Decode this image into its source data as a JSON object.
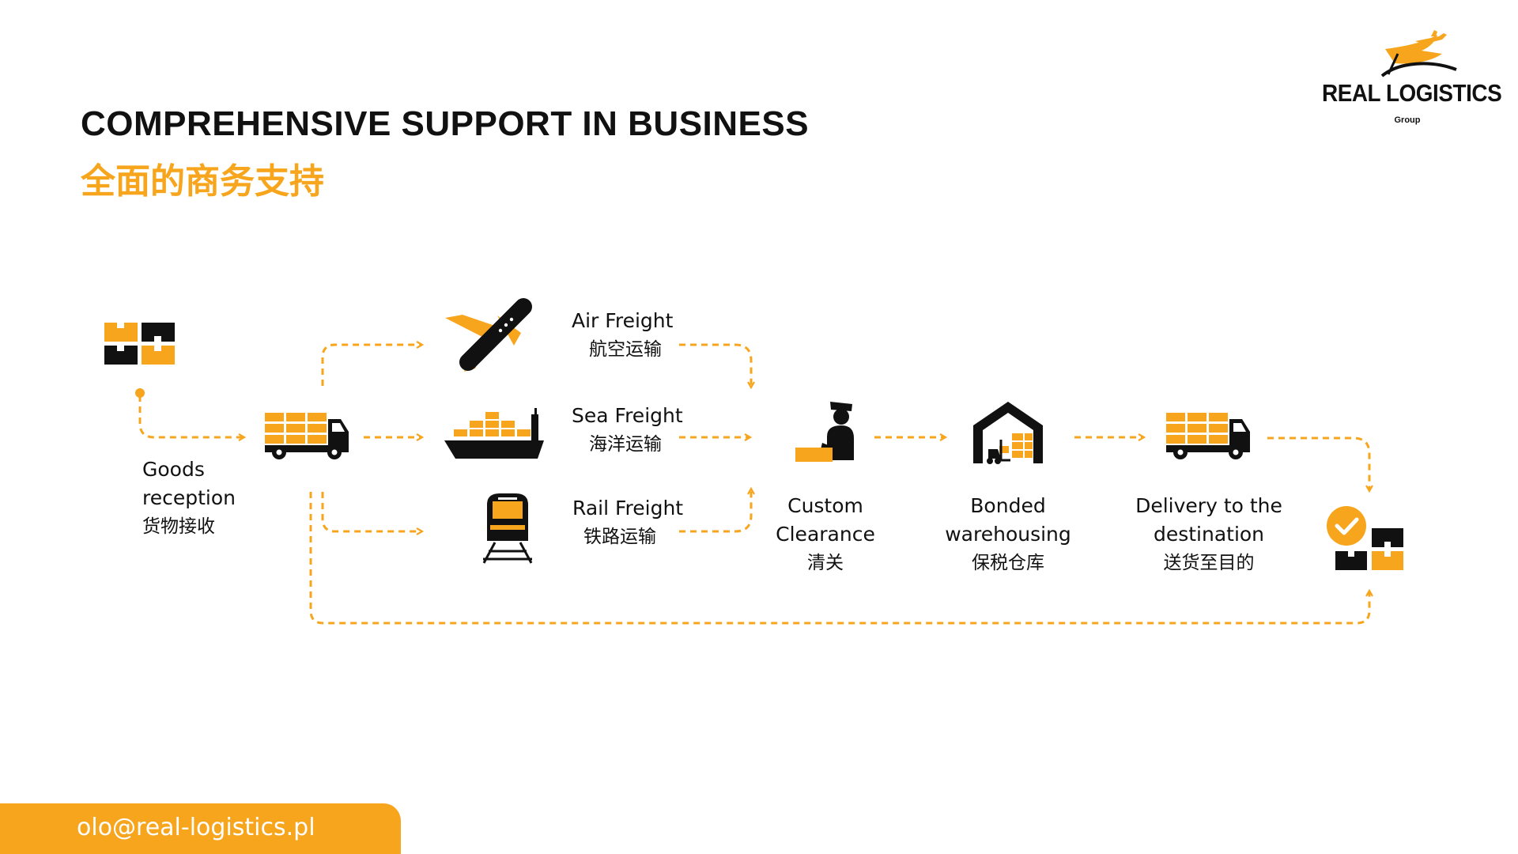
{
  "header": {
    "title": "COMPREHENSIVE SUPPORT IN BUSINESS",
    "subtitle": "全面的商务支持"
  },
  "logo": {
    "name": "REAL LOGISTICS",
    "sub": "Group"
  },
  "colors": {
    "accent": "#F7A51C",
    "dark": "#111111",
    "background": "#FFFFFF"
  },
  "steps": {
    "goods_reception": {
      "en1": "Goods",
      "en2": "reception",
      "zh": "货物接收",
      "icon": "boxes-icon"
    },
    "pickup_truck": {
      "icon": "truck-icon"
    },
    "air_freight": {
      "en": "Air Freight",
      "zh": "航空运输",
      "icon": "airplane-icon"
    },
    "sea_freight": {
      "en": "Sea Freight",
      "zh": "海洋运输",
      "icon": "ship-icon"
    },
    "rail_freight": {
      "en": "Rail Freight",
      "zh": "铁路运输",
      "icon": "train-icon"
    },
    "custom_clearance": {
      "en1": "Custom",
      "en2": "Clearance",
      "zh": "清关",
      "icon": "customs-officer-icon"
    },
    "bonded_warehousing": {
      "en1": "Bonded",
      "en2": "warehousing",
      "zh": "保税仓库",
      "icon": "warehouse-icon"
    },
    "delivery": {
      "en1": "Delivery to the",
      "en2": "destination",
      "zh": "送货至目的",
      "icon": "truck-icon"
    },
    "delivered": {
      "icon": "check-boxes-icon"
    }
  },
  "footer": {
    "email": "olo@real-logistics.pl"
  }
}
